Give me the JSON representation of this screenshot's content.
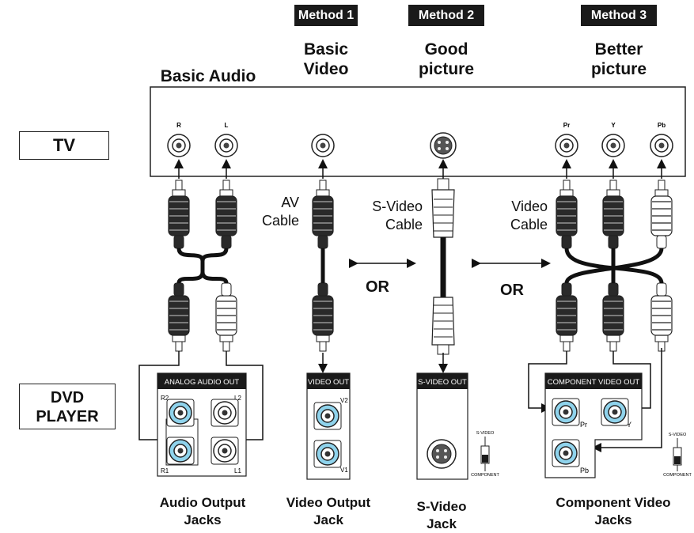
{
  "methods": [
    {
      "tag": "Method 1",
      "line1": "Basic",
      "line2": "Video"
    },
    {
      "tag": "Method 2",
      "line1": "Good",
      "line2": "picture"
    },
    {
      "tag": "Method 3",
      "line1": "Better",
      "line2": "picture"
    }
  ],
  "basic_audio": "Basic Audio",
  "tv_label": "TV",
  "dvd_label": [
    "DVD",
    "PLAYER"
  ],
  "tv_jack_labels": {
    "r": "R",
    "l": "L",
    "pr": "Pr",
    "y": "Y",
    "pb": "Pb"
  },
  "cables": {
    "av": [
      "AV",
      "Cable"
    ],
    "svideo": [
      "S-Video",
      "Cable"
    ],
    "video": [
      "Video",
      "Cable"
    ]
  },
  "or_label": "OR",
  "panels": {
    "analog": {
      "title": "ANALOG  AUDIO OUT",
      "r2": "R2",
      "l2": "L2",
      "r1": "R1",
      "l1": "L1"
    },
    "video": {
      "title": "VIDEO OUT",
      "v2": "V2",
      "v1": "V1"
    },
    "svideo": {
      "title": "S-VIDEO OUT"
    },
    "component": {
      "title": "COMPONENT  VIDEO OUT",
      "pr": "Pr",
      "y": "Y",
      "pb": "Pb"
    }
  },
  "switch_labels": {
    "top": "S-VIDEO",
    "bottom": "COMPONENT"
  },
  "footers": {
    "audio": [
      "Audio Output",
      "Jacks"
    ],
    "video": [
      "Video Output",
      "Jack"
    ],
    "svideo": [
      "S-Video",
      "Jack"
    ],
    "component": [
      "Component Video",
      "Jacks"
    ]
  },
  "colors": {
    "jack_blue": "#8fd3ec",
    "dark": "#1a1a1a"
  }
}
